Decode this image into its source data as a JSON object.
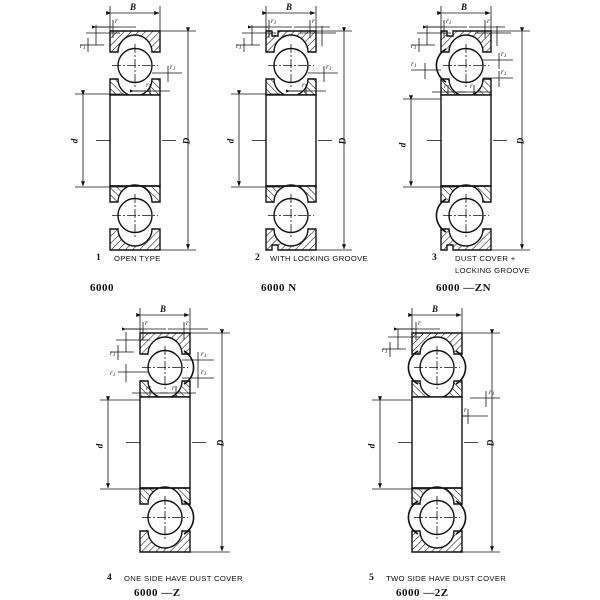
{
  "sheet": {
    "title": "Deep groove ball bearing cross-section variants",
    "line_color": "#111111",
    "background": "#ffffff"
  },
  "dimension_labels": {
    "bore": "d",
    "outside": "D",
    "width": "B",
    "fillet": "r",
    "fillet_1": "r",
    "fillet_sub": "1"
  },
  "figures": [
    {
      "index": "1",
      "caption": "OPEN TYPE",
      "caption_line2": "",
      "part_no": "6000",
      "features": {
        "locking_groove": false,
        "shield_left": false,
        "shield_right": false
      },
      "dims": [
        "B",
        "D",
        "d",
        "r",
        "r1"
      ]
    },
    {
      "index": "2",
      "caption": "WITH LOCKING GROOVE",
      "caption_line2": "",
      "part_no": "6000   N",
      "features": {
        "locking_groove": true,
        "shield_left": false,
        "shield_right": false
      },
      "dims": [
        "B",
        "D",
        "d",
        "r",
        "r1"
      ]
    },
    {
      "index": "3",
      "caption": "DUST COVER  +",
      "caption_line2": "LOCKING GROOVE",
      "part_no": "6000  —ZN",
      "features": {
        "locking_groove": true,
        "shield_left": true,
        "shield_right": false
      },
      "dims": [
        "B",
        "D",
        "d",
        "r",
        "r1"
      ]
    },
    {
      "index": "4",
      "caption": "ONE SIDE HAVE DUST COVER",
      "caption_line2": "",
      "part_no": "6000  —Z",
      "features": {
        "locking_groove": false,
        "shield_left": false,
        "shield_right": true
      },
      "dims": [
        "B",
        "D",
        "d",
        "r",
        "r1"
      ]
    },
    {
      "index": "5",
      "caption": "TWO SIDE HAVE DUST COVER",
      "caption_line2": "",
      "part_no": "6000 —2Z",
      "features": {
        "locking_groove": false,
        "shield_left": true,
        "shield_right": true
      },
      "dims": [
        "B",
        "D",
        "d",
        "r",
        "r1"
      ]
    }
  ]
}
